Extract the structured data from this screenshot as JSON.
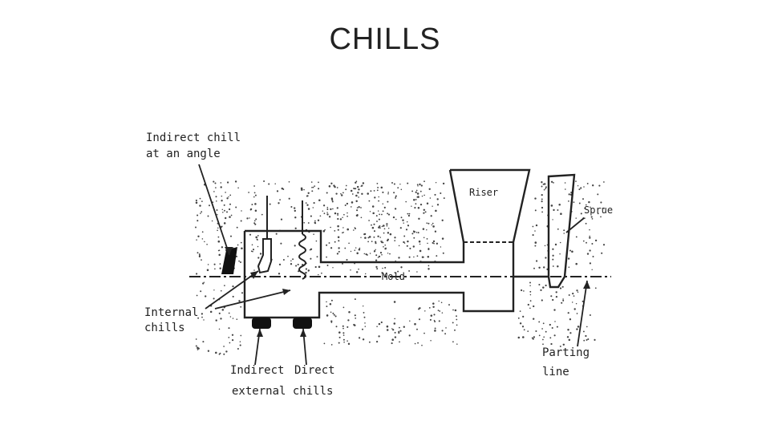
{
  "slide": {
    "title": "CHILLS"
  },
  "diagram": {
    "labels": {
      "indirect_chill_angle_line1": "Indirect chill",
      "indirect_chill_angle_line2": "at an angle",
      "riser": "Riser",
      "sprue": "Sprue",
      "mold": "Mold",
      "internal_chills_line1": "Internal",
      "internal_chills_line2": "chills",
      "indirect_external": "Indirect",
      "direct_external": "Direct",
      "external_chills": "external chills",
      "parting_line_1": "Parting",
      "parting_line_2": "line"
    },
    "colors": {
      "ink": "#222222",
      "sand_dots": "#444444"
    }
  }
}
